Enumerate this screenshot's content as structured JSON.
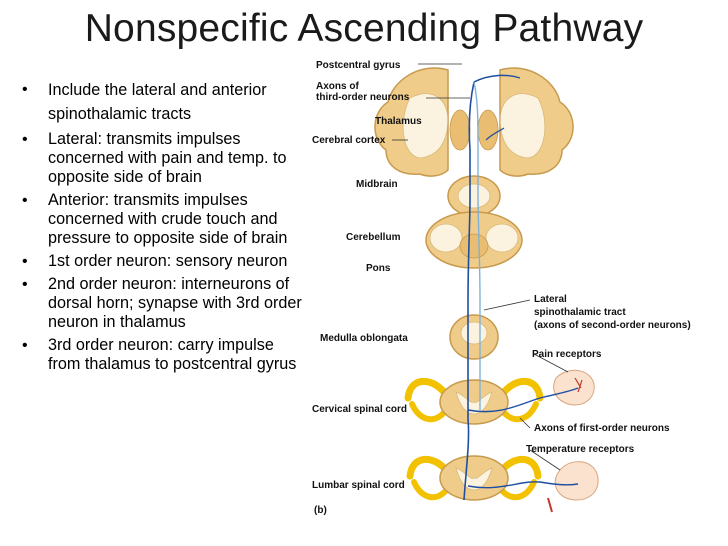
{
  "slide": {
    "title": "Nonspecific Ascending Pathway",
    "bullets": [
      "Include the lateral and anterior spinothalamic tracts",
      "Lateral: transmits impulses concerned with pain and temp. to opposite side of brain",
      "Anterior: transmits impulses concerned with crude touch and pressure to opposite side of brain",
      "1st order neuron: sensory neuron",
      "2nd order neuron: interneurons of dorsal horn; synapse with 3rd order neuron in thalamus",
      "3rd order neuron: carry impulse from thalamus to postcentral gyrus"
    ]
  },
  "figure": {
    "labels": {
      "postcentral_gyrus": "Postcentral gyrus",
      "axons_third_order": "Axons of\nthird-order neurons",
      "thalamus": "Thalamus",
      "cerebral_cortex": "Cerebral cortex",
      "midbrain": "Midbrain",
      "cerebellum": "Cerebellum",
      "pons": "Pons",
      "lateral_tract_1": "Lateral",
      "lateral_tract_2": "spinothalamic tract",
      "lateral_tract_3": "(axons of second-order neurons)",
      "medulla": "Medulla oblongata",
      "pain_receptors": "Pain receptors",
      "cervical_cord": "Cervical spinal cord",
      "axons_first_order": "Axons of first-order neurons",
      "temperature_receptors": "Temperature receptors",
      "lumbar_cord": "Lumbar spinal cord",
      "panel_letter": "(b)"
    }
  },
  "colors": {
    "tissue": "#f0cc8a",
    "tissue_edge": "#c79a4e",
    "white_matter": "#fbf3df",
    "neuron": "#1e4fa0",
    "neuron_light": "#7fb2d8",
    "nerve_yellow": "#f2c200",
    "skin": "#fae2cf"
  }
}
